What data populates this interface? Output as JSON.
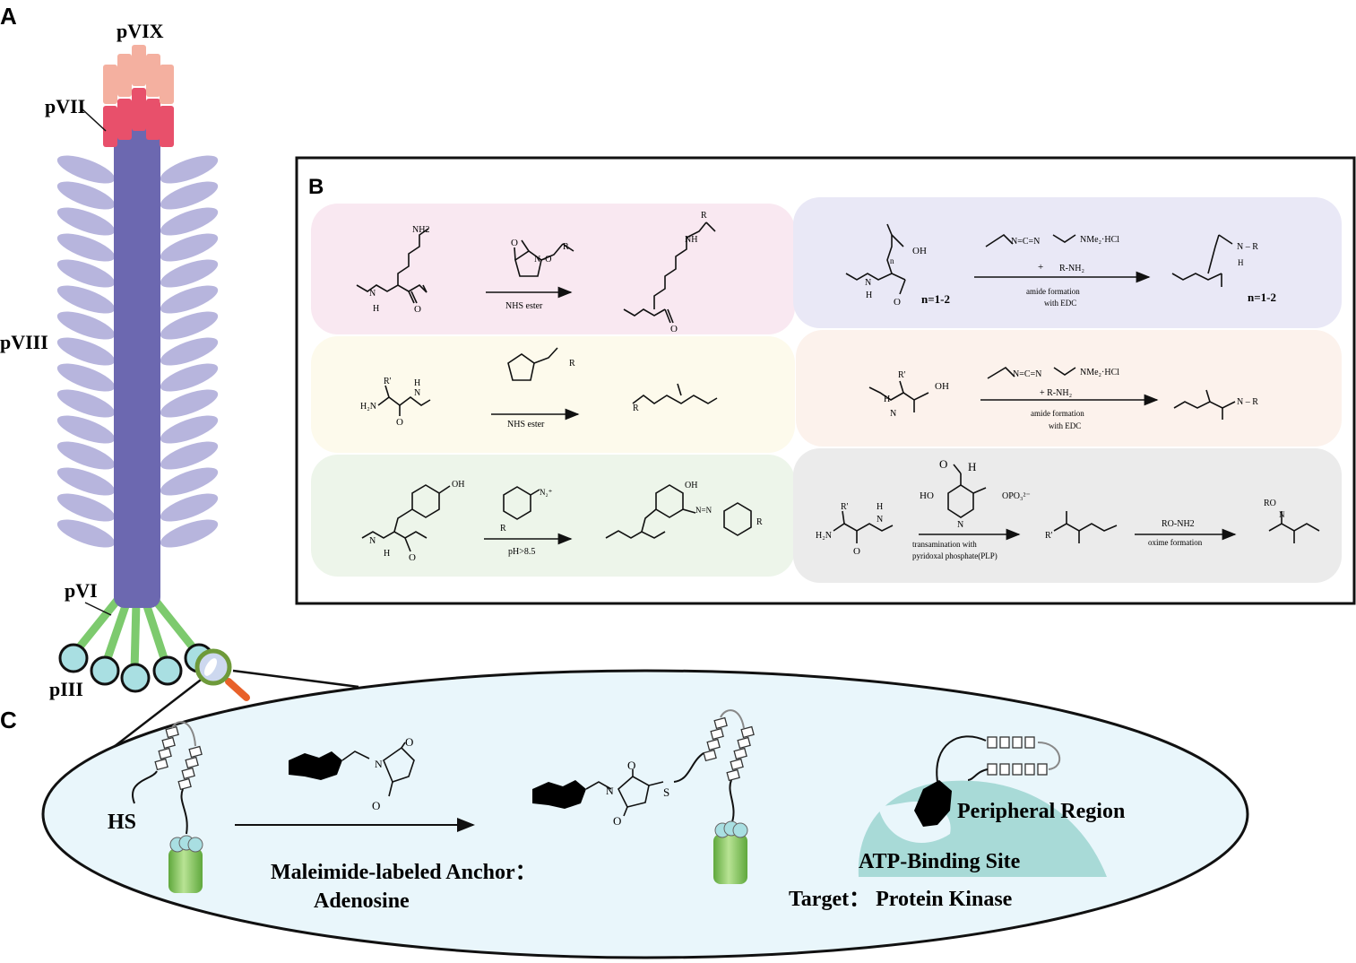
{
  "panels": {
    "a": "A",
    "b": "B",
    "c": "C"
  },
  "phage": {
    "pVIX": "pVIX",
    "pVII": "pVII",
    "pVIII": "pVIII",
    "pVI": "pVI",
    "pIII": "pIII",
    "colors": {
      "body": "#6c68b0",
      "pVIII": "#b7b5dd",
      "pVII": "#e8506b",
      "pVIX": "#f4b0a0",
      "pVI": "#7dca6e",
      "pIII": "#a9dfe2"
    }
  },
  "panelB": {
    "row1": {
      "left": {
        "nh2": "NH2",
        "nh": "N",
        "h": "H",
        "o": "O",
        "reagent_o": "O",
        "reagent_n": "N–O",
        "reagent_r": "R",
        "arrow": "NHS ester",
        "prod_r": "R",
        "prod_nh": "NH",
        "prod_o": "O"
      },
      "right": {
        "oh": "OH",
        "n": "n",
        "nh": "N",
        "h": "H",
        "o": "O",
        "cond": "n=1-2",
        "reagent": "N=C=N",
        "reagent_tail": "NMe₂·HCl",
        "plus": "+",
        "amine": "R-NH₂",
        "arrow1": "amide formation",
        "arrow2": "with EDC",
        "prod_nr": "N – R",
        "prod_h": "H",
        "prod_cond": "n=1-2"
      }
    },
    "row2": {
      "left": {
        "r": "R'",
        "h2n": "H₂N",
        "h": "H",
        "n": "N",
        "o": "O",
        "reagent_r": "R",
        "arrow": "NHS ester",
        "prod_r": "R"
      },
      "right": {
        "r": "R'",
        "oh": "OH",
        "n": "N",
        "h": "H",
        "reagent": "N=C=N",
        "reagent_tail": "NMe₂·HCl",
        "amine": "+ R-NH₂",
        "arrow1": "amide formation",
        "arrow2": "with EDC",
        "prod_nr": "N – R"
      }
    },
    "row3": {
      "left": {
        "oh": "OH",
        "n2": "N₂⁺",
        "r": "R",
        "nh": "N",
        "h": "H",
        "o": "O",
        "arrow": "pH>8.5",
        "prod_oh": "OH",
        "prod_azo": "N=N",
        "prod_r": "R"
      },
      "right": {
        "r": "R'",
        "h2n": "H₂N",
        "h": "H",
        "n": "N",
        "o": "O",
        "plp_o": "O",
        "plp_h": "H",
        "plp_ho": "HO",
        "plp_opo": "OPO₃²⁻",
        "plp_n": "N",
        "arrow1a": "transamination with",
        "arrow1b": "pyridoxal phosphate(PLP)",
        "ketone_r": "R'",
        "arrow2a": "RO-NH2",
        "arrow2b": "oxime formation",
        "oxime_ro": "RO",
        "oxime_n": "N"
      }
    },
    "colors": {
      "pink": "#f9e8f1",
      "lavender": "#e9e8f6",
      "yellow": "#fdfaec",
      "peach": "#fcf2ec",
      "green": "#edf5ea",
      "gray": "#ebebeb"
    }
  },
  "panelC": {
    "hs": "HS",
    "reagent_o1": "O",
    "reagent_o2": "O",
    "reagent_n": "N",
    "product_o1": "O",
    "product_o2": "O",
    "product_n": "N",
    "product_s": "S",
    "anchor_line1": "Maleimide-labeled Anchor：",
    "anchor_line2": "Adenosine",
    "peripheral": "Peripheral  Region",
    "atp": "ATP-Binding Site",
    "target": "Target： Protein Kinase",
    "colors": {
      "ellipse": "#e9f6fb",
      "kinase": "#a8dad7",
      "cylinder": "#8cc862"
    }
  }
}
